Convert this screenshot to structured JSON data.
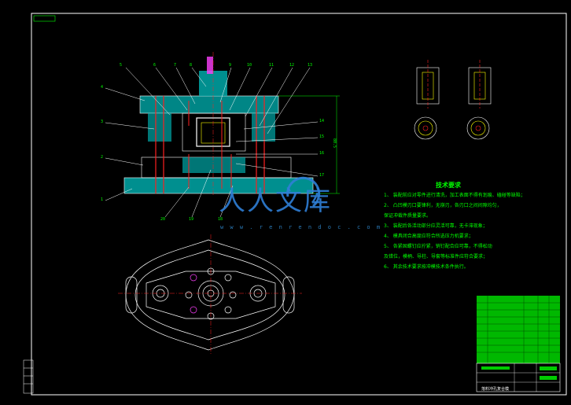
{
  "drawing": {
    "part_numbers_top": [
      "5",
      "6",
      "7",
      "8",
      "9",
      "10",
      "11",
      "12",
      "13"
    ],
    "part_numbers_left": [
      "4",
      "3",
      "2",
      "1"
    ],
    "part_numbers_right": [
      "14",
      "15",
      "16",
      "17"
    ],
    "part_numbers_bottom": [
      "20",
      "19",
      "18"
    ],
    "dimension_label": "80.5",
    "tech_title": "技术要求",
    "tech_notes": [
      "1、 装配前应对零件进行清洗，加工表面不得有划痕、磕碰等缺陷；",
      "2、 凸凹模刃口要锋利，无崩刃，各刃口之间间隙均匀，",
      "    保证冲裁件质量要求。",
      "3、 装配后各活动部分应灵活可靠，无卡滞现象；",
      "4、 模具闭合高度应符合所选压力机要求；",
      "5、 各紧固螺钉应拧紧，销钉配合应可靠，不得松动",
      "    及错位，模柄、导柱、导套等标准件应符合要求；",
      "6、 其余技术要求按冲模技术条件执行。"
    ],
    "watermark_cn": "人人文库",
    "watermark_url": "w w w . r e n r e n d o c . c o m",
    "title_block_tag": "落料冲孔复合模"
  },
  "colors": {
    "outline": "#ffffff",
    "section": "#00c0c0",
    "red": "#ff2020",
    "magenta": "#ff40ff",
    "green": "#00ff00",
    "yellow": "#ffff00"
  }
}
